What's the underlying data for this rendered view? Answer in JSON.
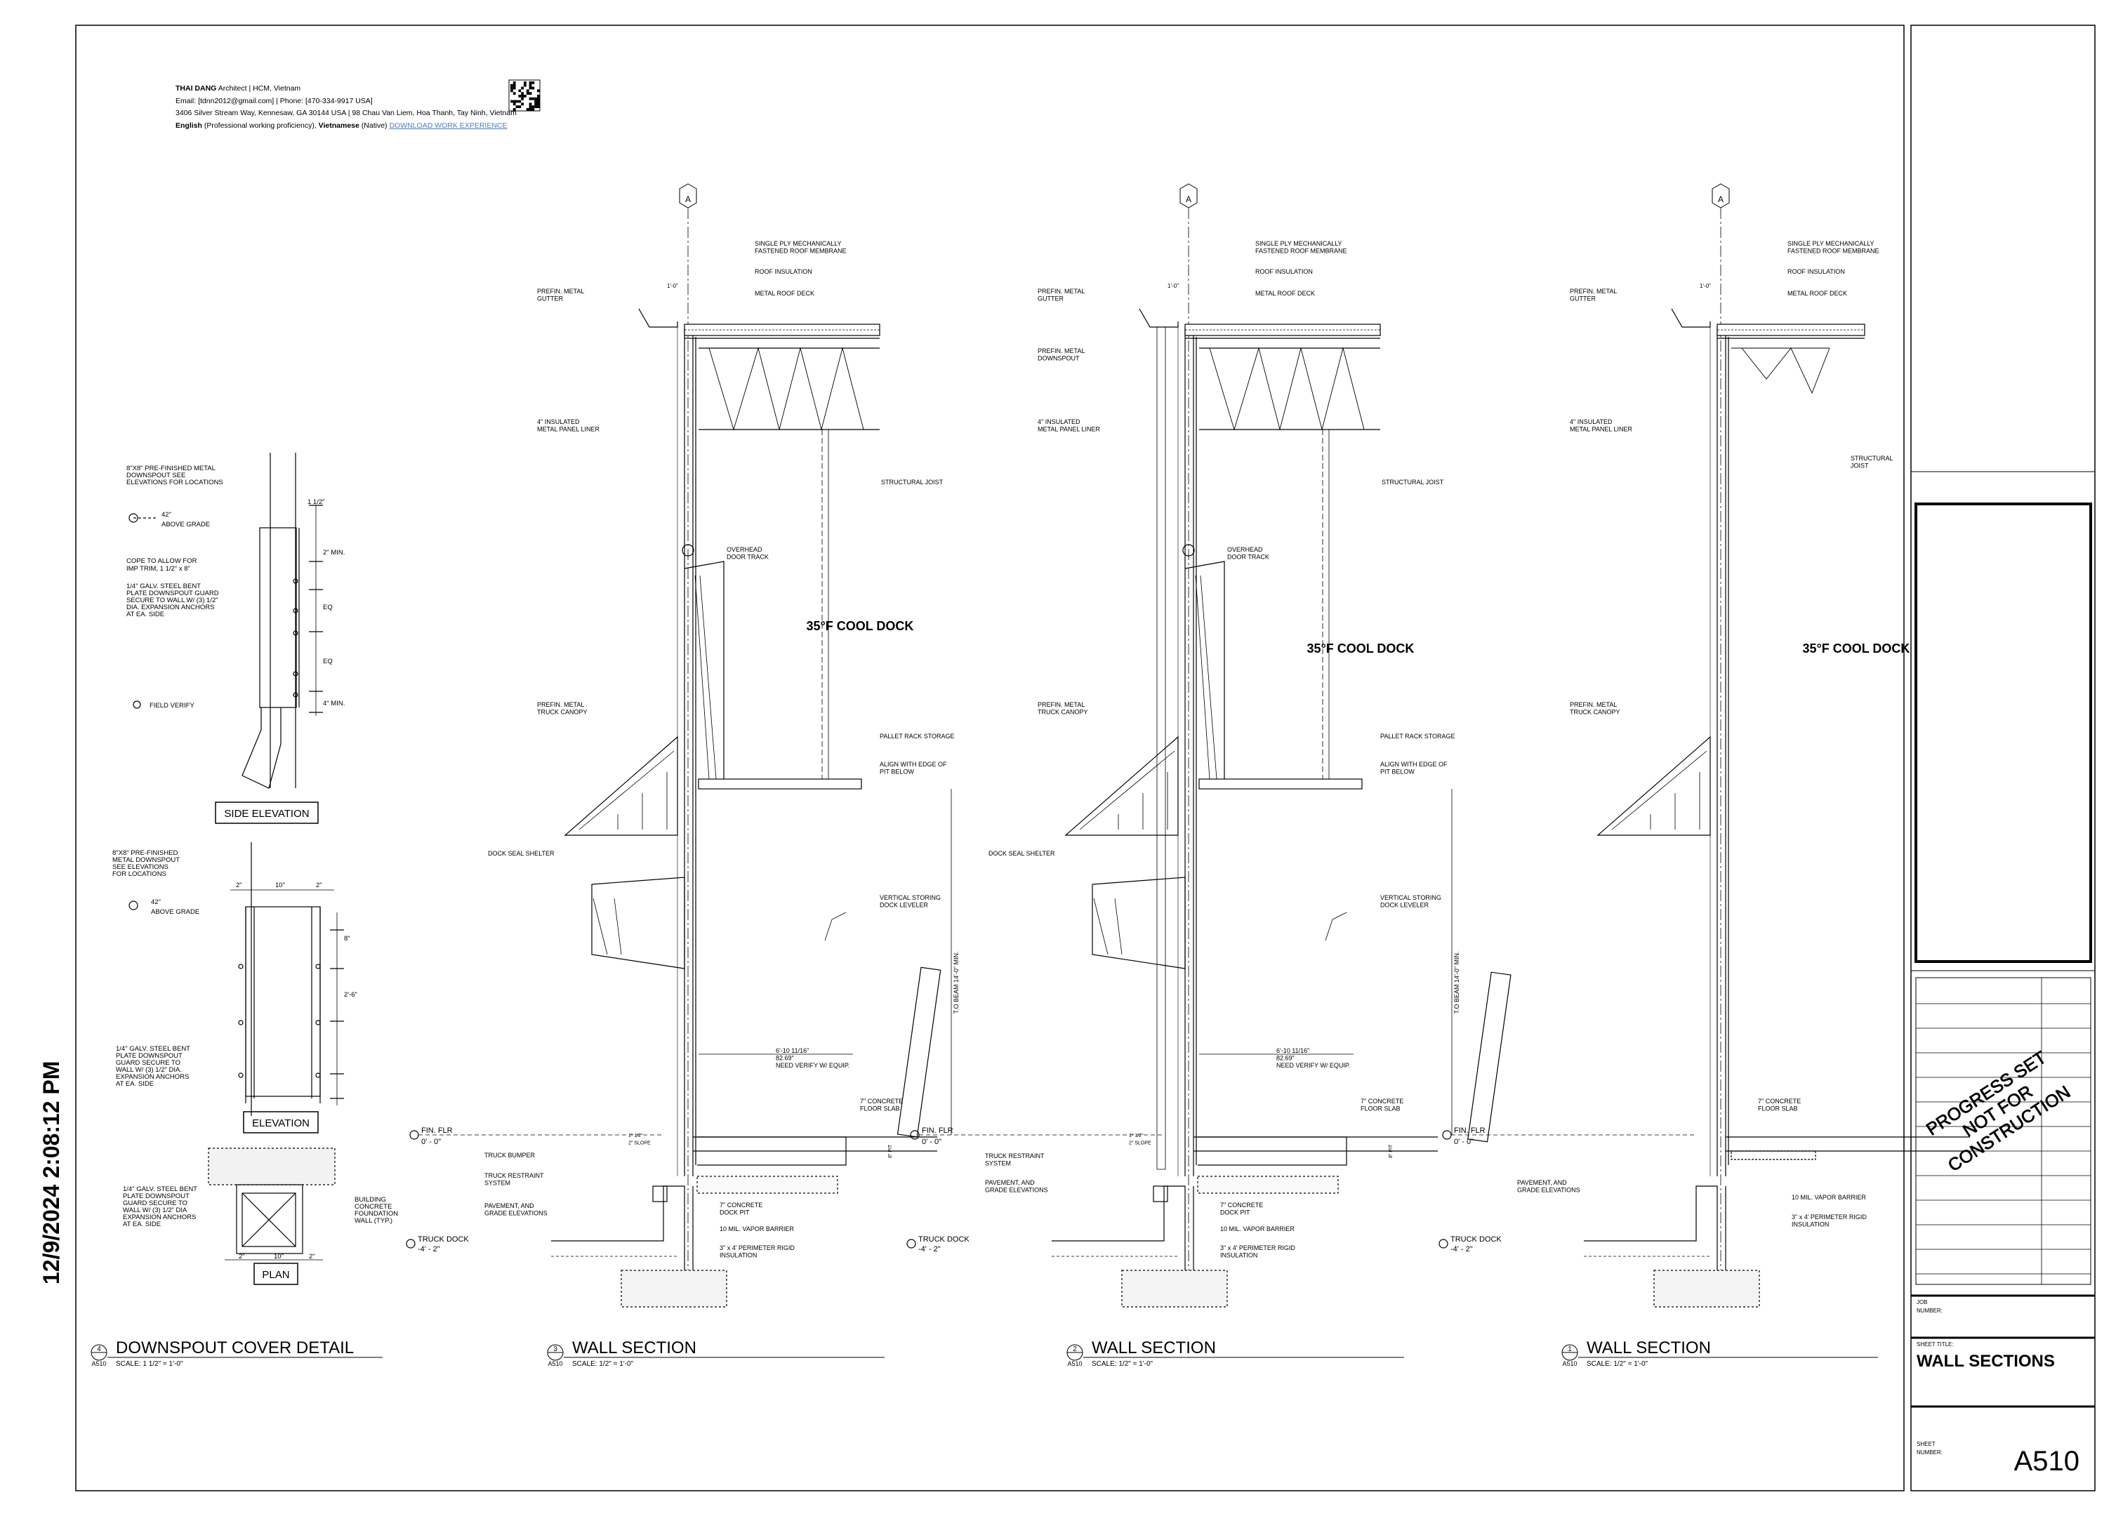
{
  "header": {
    "name": "THAI DANG",
    "role": "Architect | HCM, Vietnam",
    "contact": "Email: [tdnn2012@gmail.com] | Phone: [470-334-9917 USA]",
    "address": "3406 Silver Stream Way, Kennesaw, GA 30144 USA | 98 Chau Van Liem, Hoa Thanh, Tay Ninh, Vietnam",
    "lang_english": "English",
    "lang_english_level": "(Professional working proficiency),",
    "lang_vietnamese": "Vietnamese",
    "lang_vietnamese_level": "(Native)",
    "download_link": "DOWNLOAD WORK EXPERIENCE"
  },
  "timestamp": "12/9/2024 2:08:12 PM",
  "title_block": {
    "progress_stamp": [
      "PROGRESS SET",
      "NOT FOR",
      "CONSTRUCTION"
    ],
    "job_number_label": [
      "JOB",
      "NUMBER:"
    ],
    "sheet_title_label": "SHEET TITLE:",
    "sheet_title": "WALL SECTIONS",
    "sheet_number_label": [
      "SHEET",
      "NUMBER:"
    ],
    "sheet_number": "A510"
  },
  "views": [
    {
      "num": "4",
      "sheet": "A510",
      "title": "DOWNSPOUT COVER DETAIL",
      "scale": "SCALE: 1 1/2\" = 1'-0\""
    },
    {
      "num": "3",
      "sheet": "A510",
      "title": "WALL SECTION",
      "scale": "SCALE: 1/2\" = 1'-0\""
    },
    {
      "num": "2",
      "sheet": "A510",
      "title": "WALL SECTION",
      "scale": "SCALE: 1/2\" = 1'-0\""
    },
    {
      "num": "1",
      "sheet": "A510",
      "title": "WALL SECTION",
      "scale": "SCALE: 1/2\" = 1'-0\""
    }
  ],
  "detail": {
    "side_elevation": "SIDE ELEVATION",
    "elevation": "ELEVATION",
    "plan": "PLAN",
    "n_downspout": [
      "8\"X8\" PRE-FINISHED METAL",
      "DOWNSPOUT SEE",
      "ELEVATIONS FOR LOCATIONS"
    ],
    "n_42": "42\"",
    "n_above_grade": "ABOVE GRADE",
    "n_cope": [
      "COPE TO ALLOW FOR",
      "IMP TRIM, 1 1/2\" x 8\""
    ],
    "n_guard": [
      "1/4\" GALV. STEEL BENT",
      "PLATE DOWNSPOUT GUARD",
      "SECURE TO WALL W/ (3) 1/2\"",
      "DIA. EXPANSION ANCHORS",
      "AT EA. SIDE"
    ],
    "n_field_verify": "FIELD VERIFY",
    "n_downspout2": [
      "8\"X8\" PRE-FINISHED",
      "METAL DOWNSPOUT",
      "SEE ELEVATIONS",
      "FOR LOCATIONS"
    ],
    "n_guard2": [
      "1/4\" GALV. STEEL BENT",
      "PLATE DOWNSPOUT",
      "GUARD SECURE TO",
      "WALL W/ (3) 1/2\" DIA.",
      "EXPANSION ANCHORS",
      "AT EA. SIDE"
    ],
    "n_guard3": [
      "1/4\" GALV. STEEL BENT",
      "PLATE DOWNSPOUT",
      "GUARD SECURE TO",
      "WALL W/ (3) 1/2\" DIA",
      "EXPANSION ANCHORS",
      "AT EA. SIDE"
    ],
    "n_building": [
      "BUILDING",
      "CONCRETE",
      "FOUNDATION",
      "WALL (TYP.)"
    ],
    "d_1half": "1 1/2\"",
    "d_2": "2\"",
    "d_10": "10\"",
    "d_8": "8\"",
    "d_eq": "EQ",
    "d_4min": "4\" MIN.",
    "d_2min": "2\" MIN.",
    "d_2_6": "2'-6\""
  },
  "section": {
    "grid": "A",
    "single_ply": [
      "SINGLE PLY MECHANICALLY",
      "FASTENED ROOF MEMBRANE"
    ],
    "roof_insulation": "ROOF INSULATION",
    "metal_roof_deck": "METAL ROOF DECK",
    "gutter": [
      "PREFIN. METAL",
      "GUTTER"
    ],
    "downspout": [
      "PREFIN. METAL",
      "DOWNSPOUT"
    ],
    "dim_1_0": "1'-0\"",
    "liner": [
      "4\" INSULATED",
      "METAL PANEL LINER"
    ],
    "joist": "STRUCTURAL JOIST",
    "joist_split": [
      "STRUCTURAL",
      "JOIST"
    ],
    "door_track": [
      "OVERHEAD",
      "DOOR TRACK"
    ],
    "room": "35°F COOL DOCK",
    "canopy": [
      "PREFIN. METAL",
      "TRUCK CANOPY"
    ],
    "rack": "PALLET RACK STORAGE",
    "align": [
      "ALIGN WITH EDGE OF",
      "PIT BELOW"
    ],
    "dock_seal": "DOCK SEAL SHELTER",
    "leveler": [
      "VERTICAL STORING",
      "DOCK LEVELER"
    ],
    "beam": "T.O BEAM 14'-0\" MIN.",
    "pit_dim": [
      "6'-10 11/16\"",
      "82.69\"",
      "NEED VERIFY W/ EQUIP."
    ],
    "slab": [
      "7\" CONCRETE",
      "FLOOR SLAB"
    ],
    "fin_flr": "FIN. FLR",
    "fin_flr_elev": "0' - 0\"",
    "bumper": "TRUCK BUMPER",
    "restraint": [
      "TRUCK RESTRAINT",
      "SYSTEM"
    ],
    "pavement": [
      "PAVEMENT, AND",
      "GRADE ELEVATIONS"
    ],
    "dock_pit": [
      "7\" CONCRETE",
      "DOCK PIT"
    ],
    "vapor": "10 MIL. VAPOR BARRIER",
    "rigid": [
      "3\" x 4' PERIMETER RIGID",
      "INSULATION"
    ],
    "truck_dock": "TRUCK DOCK",
    "truck_dock_elev": "-4' - 2\"",
    "slope": [
      "1\" 1/2\"",
      "2\" SLOPE"
    ],
    "pit_depth": "8\" PIT"
  }
}
